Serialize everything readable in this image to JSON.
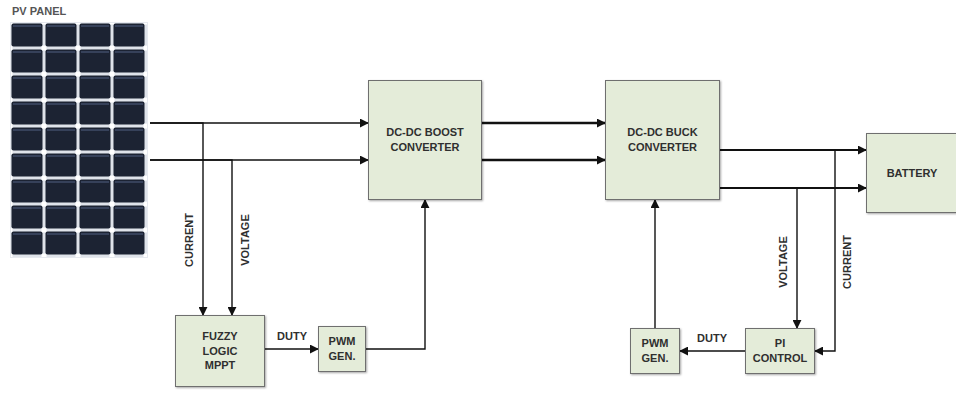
{
  "diagram": {
    "nodes": [
      {
        "text": [
          "PV PANEL"
        ]
      },
      {
        "text": [
          "DC-DC BOOST CONVERTER"
        ]
      },
      {
        "text": [
          "DC-DC BUCK CONVERTER"
        ]
      },
      {
        "text": [
          "BATTERY"
        ]
      },
      {
        "text": [
          "FUZZY LOGIC MPPT"
        ]
      },
      {
        "text": [
          "PWM GEN."
        ]
      },
      {
        "text": [
          "PWM GEN."
        ]
      },
      {
        "text": [
          "PI CONTROL"
        ]
      }
    ],
    "edges": [
      {
        "from": 0,
        "to": 1,
        "arrow": "to"
      },
      {
        "from": 0,
        "to": 1,
        "arrow": "to"
      },
      {
        "from": 0,
        "to": 4,
        "label": "CURRENT",
        "arrow": "to"
      },
      {
        "from": 0,
        "to": 4,
        "label": "VOLTAGE",
        "arrow": "to"
      },
      {
        "from": 4,
        "to": 5,
        "label": "DUTY",
        "arrow": "to"
      },
      {
        "from": 5,
        "to": 1,
        "arrow": "to"
      },
      {
        "from": 1,
        "to": 2,
        "arrow": "to"
      },
      {
        "from": 1,
        "to": 2,
        "arrow": "to"
      },
      {
        "from": 2,
        "to": 3,
        "arrow": "to"
      },
      {
        "from": 2,
        "to": 3,
        "arrow": "to"
      },
      {
        "from": 2,
        "to": 7,
        "label": "VOLTAGE",
        "arrow": "to"
      },
      {
        "from": 2,
        "to": 7,
        "label": "CURRENT",
        "arrow": "to"
      },
      {
        "from": 7,
        "to": 6,
        "label": "DUTY",
        "arrow": "to"
      },
      {
        "from": 6,
        "to": 2,
        "arrow": "to"
      }
    ]
  }
}
